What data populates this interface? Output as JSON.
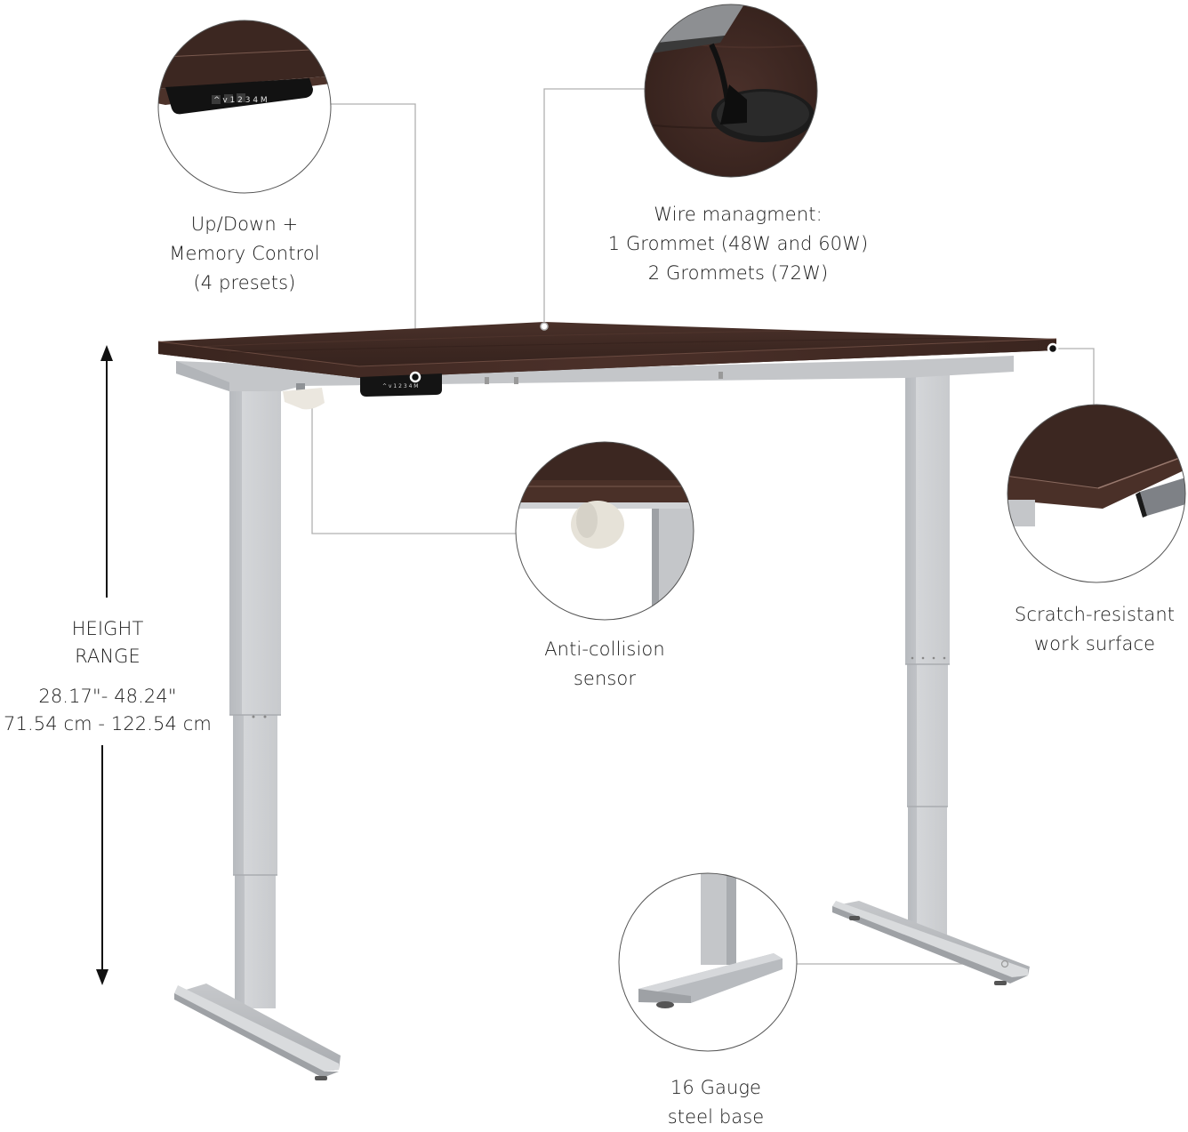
{
  "product": "Electric height adjustable standing desk",
  "colors": {
    "desktop_wood": "#3b2620",
    "desktop_wood_light": "#4d332b",
    "frame_silver": "#c9cbce",
    "frame_shadow": "#a9acb0",
    "controller_black": "#141414",
    "callout_line": "#a8a8a8",
    "text": "#1b1b1b"
  },
  "callouts": {
    "controller": {
      "lines": [
        "Up/Down +",
        "Memory Control",
        "(4 presets)"
      ],
      "keypad_keys": [
        "^",
        "v",
        "1",
        "2",
        "3",
        "4",
        "M"
      ]
    },
    "wire_management": {
      "lines": [
        "Wire managment:",
        "1 Grommet (48W and 60W)",
        "2 Grommets (72W)"
      ]
    },
    "surface": {
      "lines": [
        "Scratch-resistant",
        "work surface"
      ]
    },
    "sensor": {
      "lines": [
        "Anti-collision",
        "sensor"
      ]
    },
    "base": {
      "lines": [
        "16 Gauge",
        "steel base"
      ]
    }
  },
  "height_range": {
    "title_lines": [
      "HEIGHT",
      "RANGE"
    ],
    "imperial": "28.17\"- 48.24\"",
    "metric": "71.54 cm - 122.54 cm"
  }
}
